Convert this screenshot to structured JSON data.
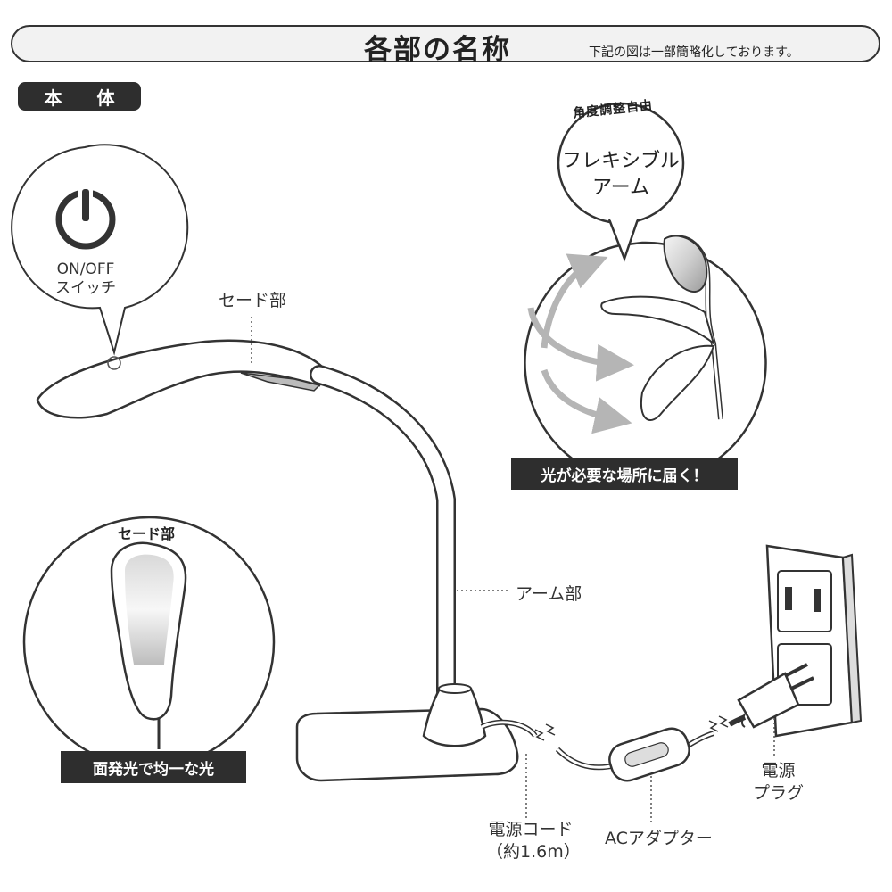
{
  "header": {
    "title": "各部の名称",
    "note": "下記の図は一部簡略化しております。"
  },
  "section": {
    "label": "本 体"
  },
  "switch_callout": {
    "line1": "ON/OFF",
    "line2": "スイッチ"
  },
  "labels": {
    "shade": "セード部",
    "arm": "アーム部",
    "cord_line1": "電源コード",
    "cord_line2": "（約1.6m）",
    "adapter": "ACアダプター",
    "plug_line1": "電源",
    "plug_line2": "プラグ"
  },
  "flex_callout": {
    "arc_text": "角度調整自由",
    "line1": "フレキシブル",
    "line2": "アーム",
    "caption": "光が必要な場所に届く！"
  },
  "shade_callout": {
    "title": "セード部",
    "caption": "面発光で均一な光"
  },
  "colors": {
    "dark": "#2e2e2e",
    "line": "#333333",
    "arrow": "#b5b5b5"
  }
}
